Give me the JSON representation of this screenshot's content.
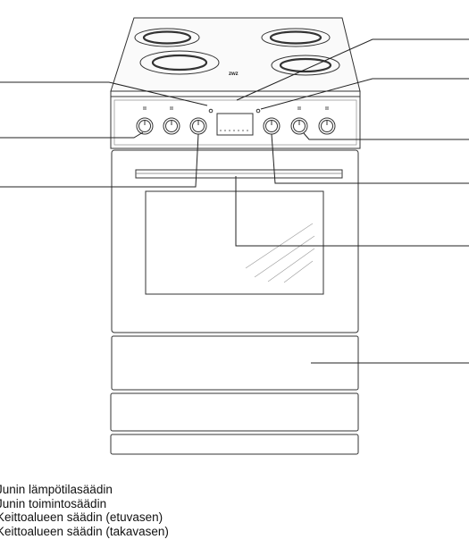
{
  "appliance": {
    "brand_label": "zwz"
  },
  "legend": {
    "items": [
      "Junin lämpötilasäädin",
      "Junin toimintosäädin",
      "Keittoalueen säädin (etuvasen)",
      "Keittoalueen säädin (takavasen)"
    ]
  }
}
